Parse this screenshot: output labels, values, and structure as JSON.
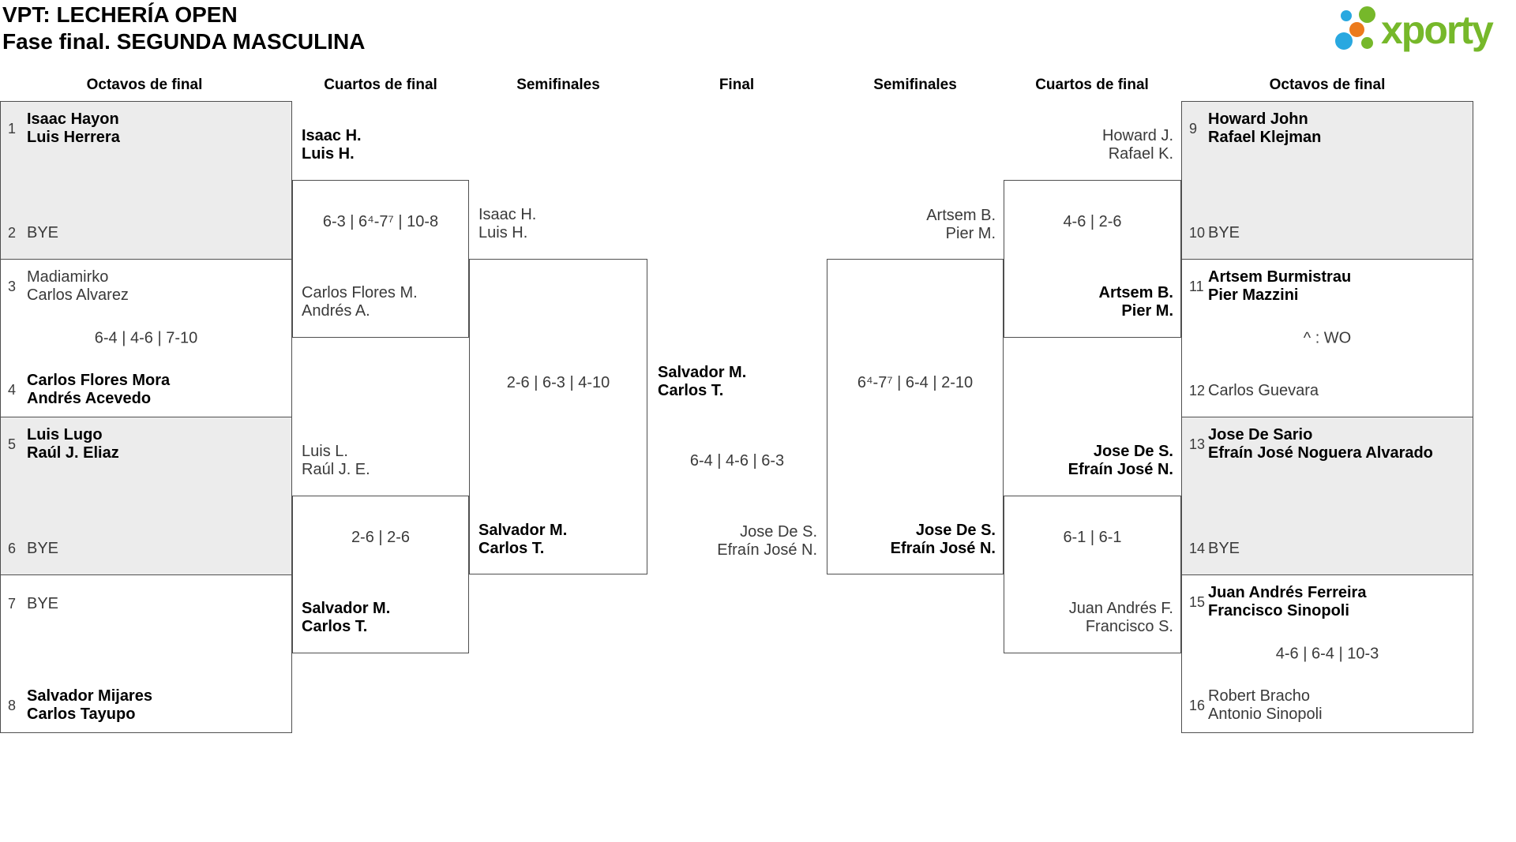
{
  "header": {
    "title_line1": "VPT: LECHERÍA OPEN",
    "title_line2": "Fase final. SEGUNDA MASCULINA",
    "logo": {
      "text": "xporty",
      "brand_green": "#76b82a",
      "brand_blue": "#29a8e0",
      "brand_orange": "#ec7a1c"
    }
  },
  "rounds": {
    "octavos_left": "Octavos de final",
    "cuartos_left": "Cuartos de final",
    "semis_left": "Semifinales",
    "final": "Final",
    "semis_right": "Semifinales",
    "cuartos_right": "Cuartos de final",
    "octavos_right": "Octavos de final"
  },
  "octavos": [
    {
      "seed_top": "1",
      "team_top": "Isaac Hayon\nLuis Herrera",
      "score": "",
      "seed_bottom": "2",
      "team_bottom": "BYE"
    },
    {
      "seed_top": "3",
      "team_top": "Madiamirko\nCarlos Alvarez",
      "score": "6-4 | 4-6 | 7-10",
      "seed_bottom": "4",
      "team_bottom": "Carlos Flores Mora\nAndrés Acevedo"
    },
    {
      "seed_top": "5",
      "team_top": "Luis Lugo\nRaúl J. Eliaz",
      "score": "",
      "seed_bottom": "6",
      "team_bottom": "BYE"
    },
    {
      "seed_top": "7",
      "team_top": "BYE",
      "score": "",
      "seed_bottom": "8",
      "team_bottom": "Salvador Mijares\nCarlos Tayupo"
    },
    {
      "seed_top": "9",
      "team_top": "Howard John\nRafael Klejman",
      "score": "",
      "seed_bottom": "10",
      "team_bottom": "BYE"
    },
    {
      "seed_top": "11",
      "team_top": "Artsem Burmistrau\nPier Mazzini",
      "score": "^ : WO",
      "seed_bottom": "12",
      "team_bottom": "Carlos Guevara"
    },
    {
      "seed_top": "13",
      "team_top": "Jose De Sario\nEfraín José Noguera Alvarado",
      "score": "",
      "seed_bottom": "14",
      "team_bottom": "BYE"
    },
    {
      "seed_top": "15",
      "team_top": "Juan Andrés Ferreira\nFrancisco Sinopoli",
      "score": "4-6 | 6-4 | 10-3",
      "seed_bottom": "16",
      "team_bottom": "Robert Bracho\nAntonio Sinopoli"
    }
  ],
  "cuartos": [
    {
      "team_top": "Isaac H.\nLuis H.",
      "score": "6-3 | 6⁴-7⁷ | 10-8",
      "team_bottom": "Carlos Flores M.\nAndrés A."
    },
    {
      "team_top": "Luis L.\nRaúl J. E.",
      "score": "2-6 | 2-6",
      "team_bottom": "Salvador M.\nCarlos T."
    },
    {
      "team_top": "Howard J.\nRafael K.",
      "score": "4-6 | 2-6",
      "team_bottom": "Artsem B.\nPier M."
    },
    {
      "team_top": "Jose De S.\nEfraín José N.",
      "score": "6-1 | 6-1",
      "team_bottom": "Juan Andrés F.\nFrancisco S."
    }
  ],
  "semifinales": [
    {
      "team_top": "Isaac H.\nLuis H.",
      "score": "2-6 | 6-3 | 4-10",
      "team_bottom": "Salvador M.\nCarlos T."
    },
    {
      "team_top": "Artsem B.\nPier M.",
      "score": "6⁴-7⁷ | 6-4 | 2-10",
      "team_bottom": "Jose De S.\nEfraín José N."
    }
  ],
  "final": {
    "team_top": "Salvador M.\nCarlos T.",
    "score": "6-4 | 4-6 | 6-3",
    "team_bottom": "Jose De S.\nEfraín José N."
  },
  "chart_data": {
    "type": "table",
    "title": "VPT: LECHERÍA OPEN — Fase final. SEGUNDA MASCULINA (tournament bracket)",
    "columns": [
      "round",
      "team_1",
      "team_2",
      "score",
      "winner"
    ],
    "rows": [
      [
        "Octavos de final",
        "Isaac Hayon / Luis Herrera",
        "BYE",
        "",
        "Isaac Hayon / Luis Herrera"
      ],
      [
        "Octavos de final",
        "Madiamirko / Carlos Alvarez",
        "Carlos Flores Mora / Andrés Acevedo",
        "6-4 | 4-6 | 7-10",
        "Carlos Flores Mora / Andrés Acevedo"
      ],
      [
        "Octavos de final",
        "Luis Lugo / Raúl J. Eliaz",
        "BYE",
        "",
        "Luis Lugo / Raúl J. Eliaz"
      ],
      [
        "Octavos de final",
        "BYE",
        "Salvador Mijares / Carlos Tayupo",
        "",
        "Salvador Mijares / Carlos Tayupo"
      ],
      [
        "Octavos de final",
        "Howard John / Rafael Klejman",
        "BYE",
        "",
        "Howard John / Rafael Klejman"
      ],
      [
        "Octavos de final",
        "Artsem Burmistrau / Pier Mazzini",
        "Carlos Guevara",
        "^ : WO",
        "Artsem Burmistrau / Pier Mazzini"
      ],
      [
        "Octavos de final",
        "Jose De Sario / Efraín José Noguera Alvarado",
        "BYE",
        "",
        "Jose De Sario / Efraín José Noguera Alvarado"
      ],
      [
        "Octavos de final",
        "Juan Andrés Ferreira / Francisco Sinopoli",
        "Robert Bracho / Antonio Sinopoli",
        "4-6 | 6-4 | 10-3",
        "Juan Andrés Ferreira / Francisco Sinopoli"
      ],
      [
        "Cuartos de final",
        "Isaac H. / Luis H.",
        "Carlos Flores M. / Andrés A.",
        "6-3 | 6⁴-7⁷ | 10-8",
        "Isaac H. / Luis H."
      ],
      [
        "Cuartos de final",
        "Luis L. / Raúl J. E.",
        "Salvador M. / Carlos T.",
        "2-6 | 2-6",
        "Salvador M. / Carlos T."
      ],
      [
        "Cuartos de final",
        "Howard J. / Rafael K.",
        "Artsem B. / Pier M.",
        "4-6 | 2-6",
        "Artsem B. / Pier M."
      ],
      [
        "Cuartos de final",
        "Jose De S. / Efraín José N.",
        "Juan Andrés F. / Francisco S.",
        "6-1 | 6-1",
        "Jose De S. / Efraín José N."
      ],
      [
        "Semifinales",
        "Isaac H. / Luis H.",
        "Salvador M. / Carlos T.",
        "2-6 | 6-3 | 4-10",
        "Salvador M. / Carlos T."
      ],
      [
        "Semifinales",
        "Artsem B. / Pier M.",
        "Jose De S. / Efraín José N.",
        "6⁴-7⁷ | 6-4 | 2-10",
        "Jose De S. / Efraín José N."
      ],
      [
        "Final",
        "Salvador M. / Carlos T.",
        "Jose De S. / Efraín José N.",
        "6-4 | 4-6 | 6-3",
        "Salvador M. / Carlos T."
      ]
    ]
  }
}
